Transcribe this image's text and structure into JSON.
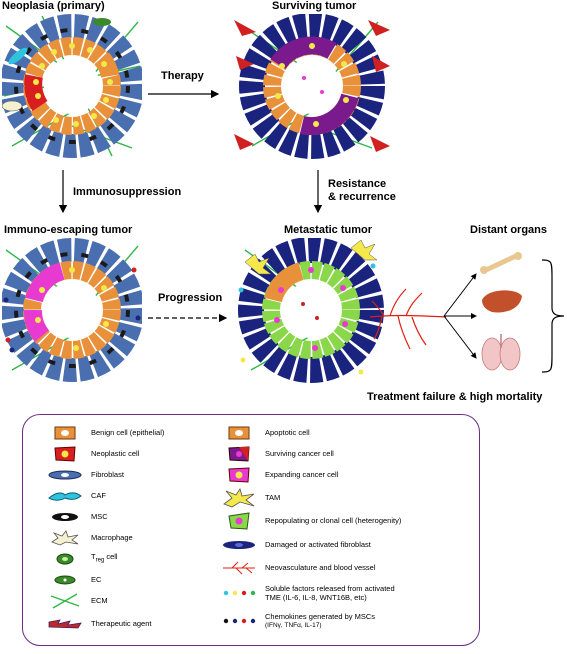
{
  "titles": {
    "neoplasia": "Neoplasia (primary)",
    "surviving": "Surviving tumor",
    "immuno_escaping": "Immuno-escaping tumor",
    "metastatic": "Metastatic tumor",
    "distant_organs": "Distant organs"
  },
  "arrows": {
    "therapy": "Therapy",
    "immunosuppression": "Immunosuppression",
    "resistance_line1": "Resistance",
    "resistance_line2": "& recurrence",
    "progression": "Progression"
  },
  "outcome": "Treatment failure & high mortality",
  "legend": {
    "left": [
      {
        "label": "Benign cell (epithelial)",
        "icon": "benign-cell-icon"
      },
      {
        "label": "Neoplastic cell",
        "icon": "neoplastic-cell-icon"
      },
      {
        "label": "Fibroblast",
        "icon": "fibroblast-icon"
      },
      {
        "label": "CAF",
        "icon": "caf-icon"
      },
      {
        "label": "MSC",
        "icon": "msc-icon"
      },
      {
        "label": "Macrophage",
        "icon": "macrophage-icon"
      },
      {
        "label": "T",
        "sub": "reg",
        "label_end": " cell",
        "icon": "treg-cell-icon"
      },
      {
        "label": "EC",
        "icon": "ec-icon"
      },
      {
        "label": "ECM",
        "icon": "ecm-icon"
      },
      {
        "label": "Therapeutic agent",
        "icon": "therapeutic-agent-icon"
      }
    ],
    "right": [
      {
        "label": "Apoptotic cell",
        "icon": "apoptotic-cell-icon"
      },
      {
        "label": "Surviving cancer cell",
        "icon": "surviving-cancer-cell-icon"
      },
      {
        "label": "Expanding cancer cell",
        "icon": "expanding-cancer-cell-icon"
      },
      {
        "label": "TAM",
        "icon": "tam-icon"
      },
      {
        "label": "Repopulating or clonal cell (heterogenity)",
        "icon": "repopulating-cell-icon"
      },
      {
        "label": "Damaged or activated fibroblast",
        "icon": "activated-fibroblast-icon"
      },
      {
        "label": "Neovasculature  and blood vessel",
        "icon": "blood-vessel-icon"
      },
      {
        "label": "Soluble factors released from activated",
        "label2": "TME (IL-6, IL-8, WNT16B, etc)",
        "icon": "soluble-factors-icon"
      },
      {
        "label": "Chemokines generated by MSCs",
        "label2": "(IFNγ, TNFα, IL-17)",
        "icon": "chemokines-icon"
      }
    ]
  },
  "colors": {
    "benign": "#e8913a",
    "neoplastic": "#d81e1e",
    "fibroblast": "#4a6fb0",
    "caf": "#2ec4e0",
    "surviving": "#7a1a8c",
    "expanding": "#e83ad0",
    "repopulating": "#8ad84a",
    "activated_fibroblast": "#1a237e",
    "ecm": "#2fb84a",
    "ec": "#3a8a2a",
    "vessel": "#e02010",
    "legend_border": "#6b2c85"
  }
}
